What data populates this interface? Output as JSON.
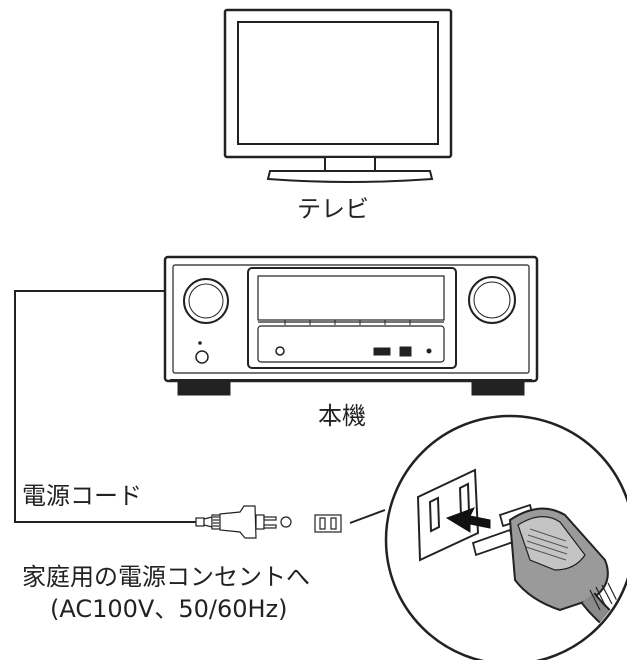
{
  "labels": {
    "tv": "テレビ",
    "main_unit": "本機",
    "power_cord": "電源コード",
    "outlet_line1": "家庭用の電源コンセントへ",
    "outlet_line2": "(AC100V、50/60Hz)"
  }
}
